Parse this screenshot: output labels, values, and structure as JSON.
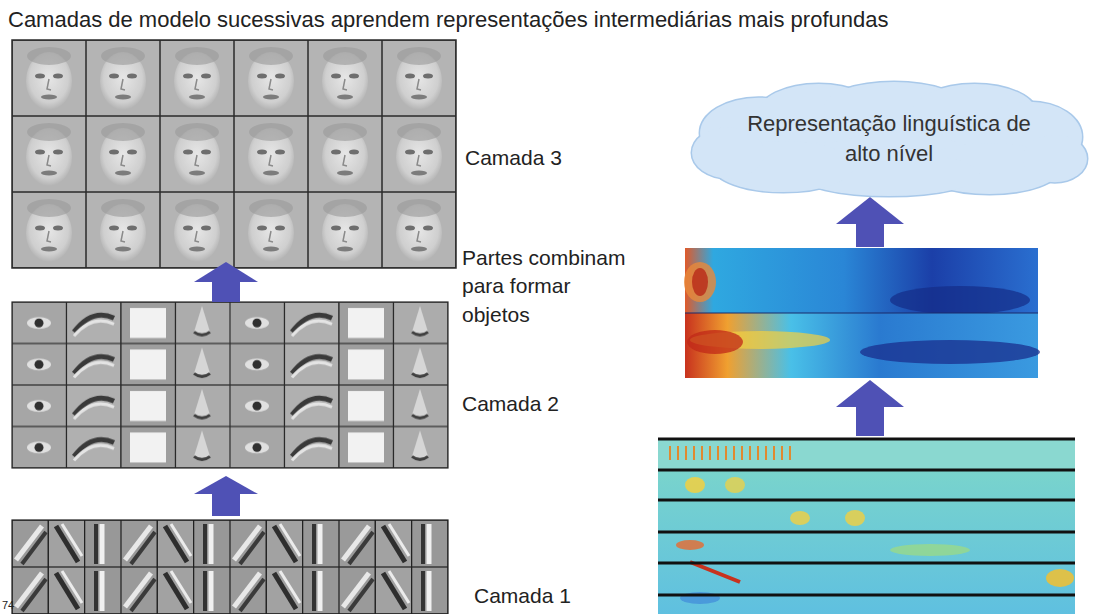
{
  "diagram": {
    "title": "Camadas de modelo sucessivas aprendem representações intermediárias mais profundas",
    "nodes": [
      {
        "text": [
          "Representação linguística de alto nível"
        ]
      }
    ],
    "labels": [
      "Camada 3",
      "Partes combinam para formar objetos",
      "Camada 2",
      "Camada 1",
      "74"
    ]
  }
}
